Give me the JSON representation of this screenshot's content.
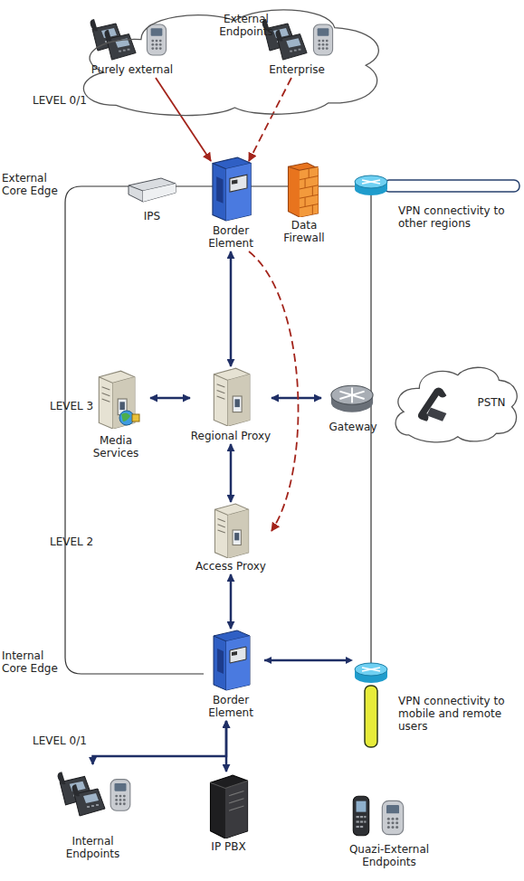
{
  "diagram": {
    "nodes": [
      {
        "text": [
          "External Endpoints"
        ]
      },
      {
        "text": [
          "Purely external"
        ],
        "in": 0
      },
      {
        "text": [
          "Enterprise"
        ],
        "in": 0
      },
      {
        "text": [
          "IPS"
        ]
      },
      {
        "text": [
          "Border Element"
        ]
      },
      {
        "text": [
          "Data Firewall"
        ]
      },
      {
        "text": [
          "Media Services"
        ]
      },
      {
        "text": [
          "Regional Proxy"
        ]
      },
      {
        "text": [
          "Gateway"
        ]
      },
      {
        "text": [
          "PSTN"
        ]
      },
      {
        "text": [
          "Access Proxy"
        ]
      },
      {
        "text": [
          "Border Element"
        ]
      },
      {
        "text": [
          "Internal Endpoints"
        ]
      },
      {
        "text": [
          "IP PBX"
        ]
      },
      {
        "text": [
          "Quazi-External Endpoints"
        ]
      }
    ],
    "edges": [
      {
        "from": 1,
        "to": 4,
        "arrow": "to"
      },
      {
        "from": 2,
        "to": 4,
        "arrow": "to"
      },
      {
        "from": 4,
        "to": 7,
        "arrow": "both"
      },
      {
        "from": 6,
        "to": 7,
        "arrow": "both"
      },
      {
        "from": 7,
        "to": 8,
        "arrow": "both"
      },
      {
        "from": 7,
        "to": 10,
        "arrow": "both"
      },
      {
        "from": 4,
        "to": 10,
        "arrow": "to"
      },
      {
        "from": 10,
        "to": 11,
        "arrow": "both"
      },
      {
        "from": 11,
        "to": 12,
        "arrow": "both"
      },
      {
        "from": 11,
        "to": 13,
        "arrow": "both"
      }
    ],
    "labels": [
      "LEVEL 0/1",
      "External Core Edge",
      "VPN connectivity to other regions",
      "LEVEL 3",
      "LEVEL 2",
      "Internal Core Edge",
      "VPN connectivity to mobile and remote users",
      "LEVEL 0/1"
    ]
  }
}
